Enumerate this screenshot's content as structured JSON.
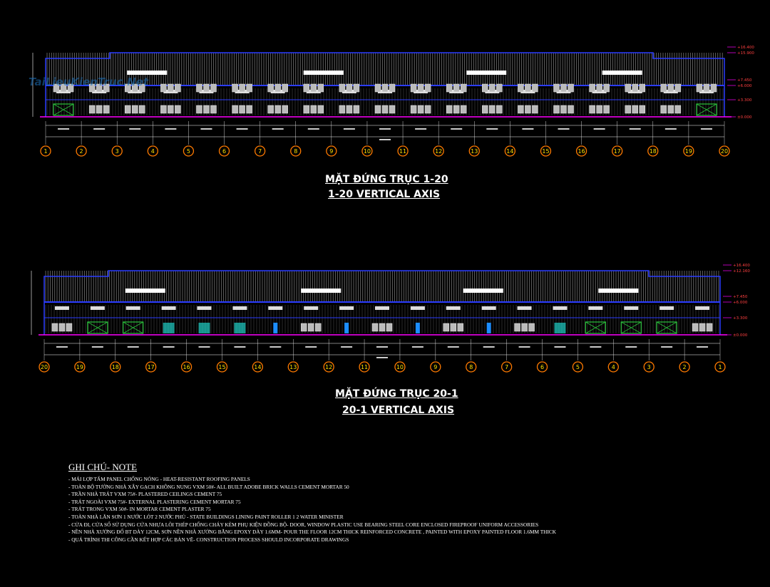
{
  "elevation_top": {
    "title_vn": "MẶT ĐỨNG TRỤC 1-20",
    "title_en": "1-20 VERTICAL AXIS",
    "axis_labels": [
      "1",
      "2",
      "3",
      "4",
      "5",
      "6",
      "7",
      "8",
      "9",
      "10",
      "11",
      "12",
      "13",
      "14",
      "15",
      "16",
      "17",
      "18",
      "19",
      "20"
    ],
    "level_marks": [
      "+16.400",
      "+15.900",
      "+7.450",
      "+6.000",
      "+3.300",
      "±0.000"
    ]
  },
  "elevation_bottom": {
    "title_vn": "MẶT ĐỨNG TRỤC 20-1",
    "title_en": "20-1 VERTICAL AXIS",
    "axis_labels": [
      "20",
      "19",
      "18",
      "17",
      "16",
      "15",
      "14",
      "13",
      "12",
      "11",
      "10",
      "9",
      "8",
      "7",
      "6",
      "5",
      "4",
      "3",
      "2",
      "1"
    ],
    "level_marks": [
      "+16.400",
      "+12.160",
      "+7.450",
      "+6.000",
      "+3.300",
      "±0.000"
    ]
  },
  "note": {
    "heading": "GHI CHÚ- NOTE",
    "lines": [
      "- MÁI LỢP TẤM PANEL CHỐNG NÓNG - HEAT-RESISTANT ROOFING PANELS",
      "- TOÀN BỘ TƯỜNG NHÀ XÂY GẠCH KHÔNG NUNG VXM 50#- ALL BUILT ADOBE BRICK WALLS CEMENT MORTAR 50",
      "- TRẦN NHÀ TRÁT VXM 75#- PLASTERED CEILINGS CEMENT 75",
      "- TRÁT NGOÀI VXM 75#- EXTERNAL PLASTERING CEMENT MORTAR 75",
      "- TRÁT TRONG VXM 50#- IN MORTAR CEMENT PLASTER 75",
      "- TOÀN NHÀ LĂN SƠN 1 NƯỚC LÓT 2 NƯỚC PHỦ - STATE BUILDINGS LINING PAINT ROLLER 1 2 WATER MINISTER",
      "- CỬA ĐI, CỬA SỔ SỬ DỤNG CỬA NHỰA LÕI THÉP CHỐNG CHÁY KÈM PHỤ KIỆN ĐỒNG BỘ- DOOR, WINDOW PLASTIC USE BEARING STEEL CORE ENCLOSED FIREPROOF UNIFORM ACCESSORIES",
      "- NỀN NHÀ XƯỞNG ĐỔ BT DÀY 12CM, SƠN NỀN NHÀ XƯỞNG BẰNG EPOXY DÀY 1.6MM- POUR THE FLOOR 12CM THICK REINFORCED CONCRETE , PAINTED WITH EPOXY PAINTED FLOOR 1.6MM THICK",
      "- QUÁ TRÌNH THI CÔNG CẦN KẾT HỢP CÁC BẢN VẼ- CONSTRUCTION PROCESS SHOULD INCORPORATE DRAWINGS"
    ]
  },
  "watermark": "TaiLieuKienTruc.Net",
  "colors": {
    "background": "#000000",
    "outline": "#2b3cff",
    "cladding": "#9a9a9a",
    "grid_bubble": "#ff7a00",
    "bubble_text": "#ffe000",
    "ground_line": "#ff00ff",
    "green_door": "#29c23a",
    "cyan_door": "#20d0c8",
    "text": "#ffffff"
  }
}
